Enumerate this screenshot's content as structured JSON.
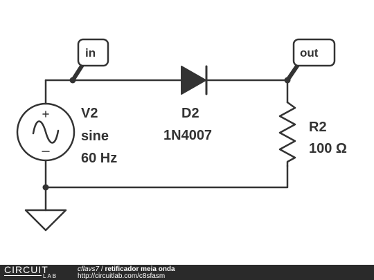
{
  "components": {
    "source": {
      "name": "V2",
      "type": "sine",
      "frequency": "60 Hz"
    },
    "diode": {
      "name": "D2",
      "part": "1N4007"
    },
    "resistor": {
      "name": "R2",
      "value": "100 Ω"
    }
  },
  "nodes": {
    "input": "in",
    "output": "out"
  },
  "footer": {
    "logo_top": "CIRCUIT",
    "logo_bottom": "LAB",
    "user": "cflavs7",
    "separator": " / ",
    "title": "retificador meia onda",
    "url": "http://circuitlab.com/c8sfasm"
  },
  "colors": {
    "wire": "#333333",
    "footer_bg": "#2a2a2a"
  }
}
